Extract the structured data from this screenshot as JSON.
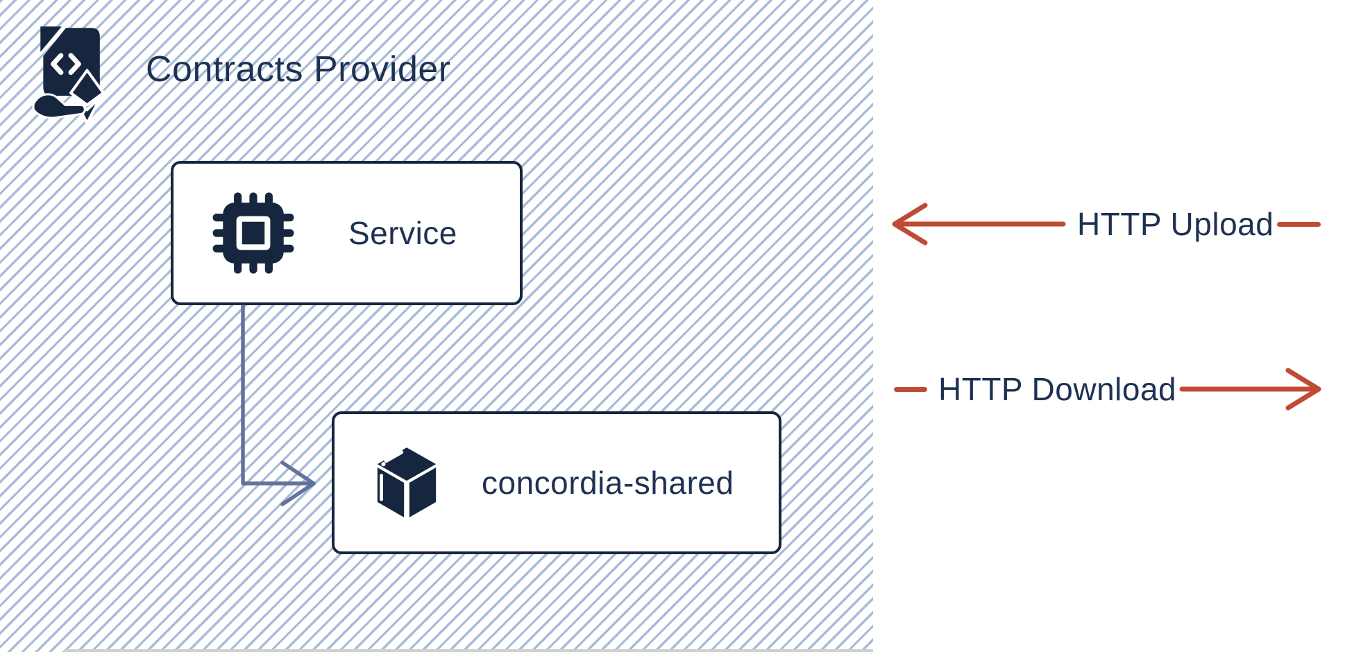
{
  "diagram": {
    "provider": {
      "title": "Contracts Provider",
      "icon": "smart-contract-document-icon"
    },
    "nodes": [
      {
        "id": "service",
        "label": "Service",
        "icon": "cpu-chip-icon"
      },
      {
        "id": "concordia-shared",
        "label": "concordia-shared",
        "icon": "package-cube-icon"
      }
    ],
    "connections": [
      {
        "from": "service",
        "to": "concordia-shared",
        "style": "elbow-arrow-down-right"
      }
    ]
  },
  "legend": {
    "upload": {
      "label": "HTTP Upload",
      "arrow_direction": "left"
    },
    "download": {
      "label": "HTTP Download",
      "arrow_direction": "right"
    }
  },
  "colors": {
    "navy": "#16263f",
    "text_navy": "#1d3152",
    "arrow_red": "#c04b35",
    "connector_blue": "#63729a",
    "hatch_blue": "#a8bcd8"
  }
}
